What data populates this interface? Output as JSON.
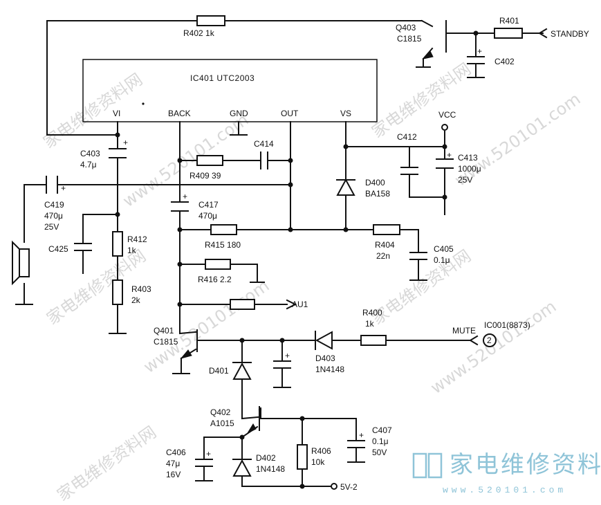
{
  "ic": {
    "name": "IC401 UTC2003",
    "pins": {
      "vi": "VI",
      "back": "BACK",
      "gnd": "GND",
      "out": "OUT",
      "vs": "VS"
    }
  },
  "components": {
    "r402": "R402 1k",
    "q403": [
      "Q403",
      "C1815"
    ],
    "r401": "R401",
    "standby": "STANDBY",
    "c402": "C402",
    "vcc": "VCC",
    "c412": "C412",
    "c413": [
      "C413",
      "1000μ",
      "25V"
    ],
    "d400": [
      "D400",
      "BA158"
    ],
    "c403": [
      "C403",
      "4.7μ"
    ],
    "r409": "R409 39",
    "c414": "C414",
    "c419": [
      "C419",
      "470μ",
      "25V"
    ],
    "c417": [
      "C417",
      "470μ"
    ],
    "c425": "C425",
    "r412": [
      "R412",
      "1k"
    ],
    "r415": "R415 180",
    "r404": [
      "R404",
      "22n"
    ],
    "c405": [
      "C405",
      "0.1μ"
    ],
    "r416": "R416 2.2",
    "r403": [
      "R403",
      "2k"
    ],
    "au1": "AU1",
    "r400": [
      "R400",
      "1k"
    ],
    "mute": "MUTE",
    "ic001": "IC001(8873)",
    "pin2": "2",
    "q401": [
      "Q401",
      "C1815"
    ],
    "d401": "D401",
    "d403": [
      "D403",
      "1N4148"
    ],
    "q402": [
      "Q402",
      "A1015"
    ],
    "c407": [
      "C407",
      "0.1μ",
      "50V"
    ],
    "c406": [
      "C406",
      "47μ",
      "16V"
    ],
    "d402": [
      "D402",
      "1N4148"
    ],
    "r406": [
      "R406",
      "10k"
    ],
    "v5": "5V-2",
    "plus": "+"
  },
  "watermark": {
    "cn": "家电维修资料网",
    "url": "www.520101.com",
    "logo_cn": "家电维修资料网",
    "logo_url": "www.520101.com"
  },
  "colors": {
    "ink": "#111111",
    "watermark": "#d8d8d8",
    "logo": "#8fc4d8"
  }
}
